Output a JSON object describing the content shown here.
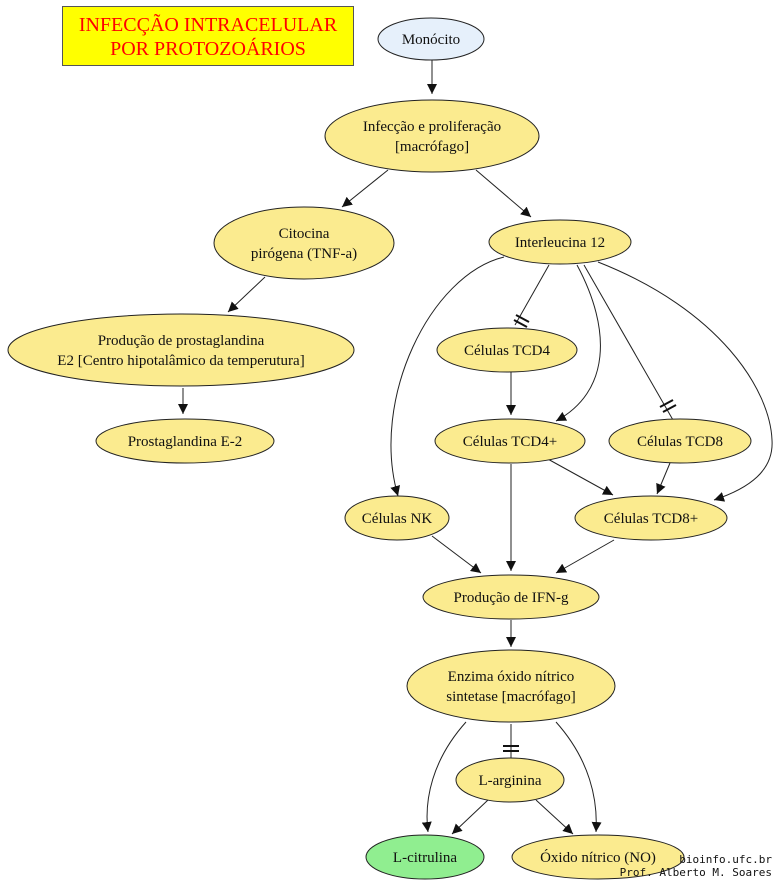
{
  "title": {
    "line1": "INFECÇÃO INTRACELULAR",
    "line2": "POR PROTOZOÁRIOS"
  },
  "colors": {
    "default_node": "#fbeb8f",
    "start_node": "#e6f0fb",
    "end_node": "#90ee90",
    "title_bg": "#ffff00",
    "title_text": "#ff0000"
  },
  "nodes": {
    "monocito": {
      "lines": [
        "Monócito"
      ]
    },
    "infeccao": {
      "lines": [
        "Infecção e proliferação",
        "[macrófago]"
      ]
    },
    "citocina": {
      "lines": [
        "Citocina",
        "pirógena (TNF-a)"
      ]
    },
    "interleucina": {
      "lines": [
        "Interleucina 12"
      ]
    },
    "prostaglandina_prod": {
      "lines": [
        "Produção de prostaglandina",
        "E2 [Centro hipotalâmico da temperutura]"
      ]
    },
    "prostaglandina_e2": {
      "lines": [
        "Prostaglandina E-2"
      ]
    },
    "tcd4": {
      "lines": [
        "Células TCD4"
      ]
    },
    "tcd4plus": {
      "lines": [
        "Células TCD4+"
      ]
    },
    "tcd8": {
      "lines": [
        "Células TCD8"
      ]
    },
    "nk": {
      "lines": [
        "Células NK"
      ]
    },
    "tcd8plus": {
      "lines": [
        "Células TCD8+"
      ]
    },
    "ifn": {
      "lines": [
        "Produção de IFN-g"
      ]
    },
    "enzima": {
      "lines": [
        "Enzima óxido nítrico",
        "sintetase [macrófago]"
      ]
    },
    "larginina": {
      "lines": [
        "L-arginina"
      ]
    },
    "lcitrulina": {
      "lines": [
        "L-citrulina"
      ]
    },
    "oxido": {
      "lines": [
        "Óxido nítrico (NO)"
      ]
    }
  },
  "edges": [
    {
      "from": "monocito",
      "to": "infeccao",
      "head": "arrow"
    },
    {
      "from": "infeccao",
      "to": "citocina",
      "head": "arrow"
    },
    {
      "from": "infeccao",
      "to": "interleucina",
      "head": "arrow"
    },
    {
      "from": "citocina",
      "to": "prostaglandina_prod",
      "head": "arrow"
    },
    {
      "from": "prostaglandina_prod",
      "to": "prostaglandina_e2",
      "head": "arrow"
    },
    {
      "from": "interleucina",
      "to": "tcd4",
      "head": "tee"
    },
    {
      "from": "interleucina",
      "to": "tcd4plus",
      "head": "arrow"
    },
    {
      "from": "interleucina",
      "to": "tcd8",
      "head": "tee"
    },
    {
      "from": "interleucina",
      "to": "nk",
      "head": "arrow"
    },
    {
      "from": "interleucina",
      "to": "tcd8plus",
      "head": "arrow"
    },
    {
      "from": "tcd4",
      "to": "tcd4plus",
      "head": "arrow"
    },
    {
      "from": "tcd4plus",
      "to": "tcd8plus",
      "head": "arrow"
    },
    {
      "from": "tcd8",
      "to": "tcd8plus",
      "head": "arrow"
    },
    {
      "from": "tcd4plus",
      "to": "ifn",
      "head": "arrow"
    },
    {
      "from": "nk",
      "to": "ifn",
      "head": "arrow"
    },
    {
      "from": "tcd8plus",
      "to": "ifn",
      "head": "arrow"
    },
    {
      "from": "ifn",
      "to": "enzima",
      "head": "arrow"
    },
    {
      "from": "enzima",
      "to": "larginina",
      "head": "tee"
    },
    {
      "from": "enzima",
      "to": "lcitrulina",
      "head": "arrow"
    },
    {
      "from": "enzima",
      "to": "oxido",
      "head": "arrow"
    },
    {
      "from": "larginina",
      "to": "lcitrulina",
      "head": "arrow"
    },
    {
      "from": "larginina",
      "to": "oxido",
      "head": "arrow"
    }
  ],
  "credit": {
    "line1": "bioinfo.ufc.br",
    "line2": "Prof. Alberto M. Soares"
  }
}
